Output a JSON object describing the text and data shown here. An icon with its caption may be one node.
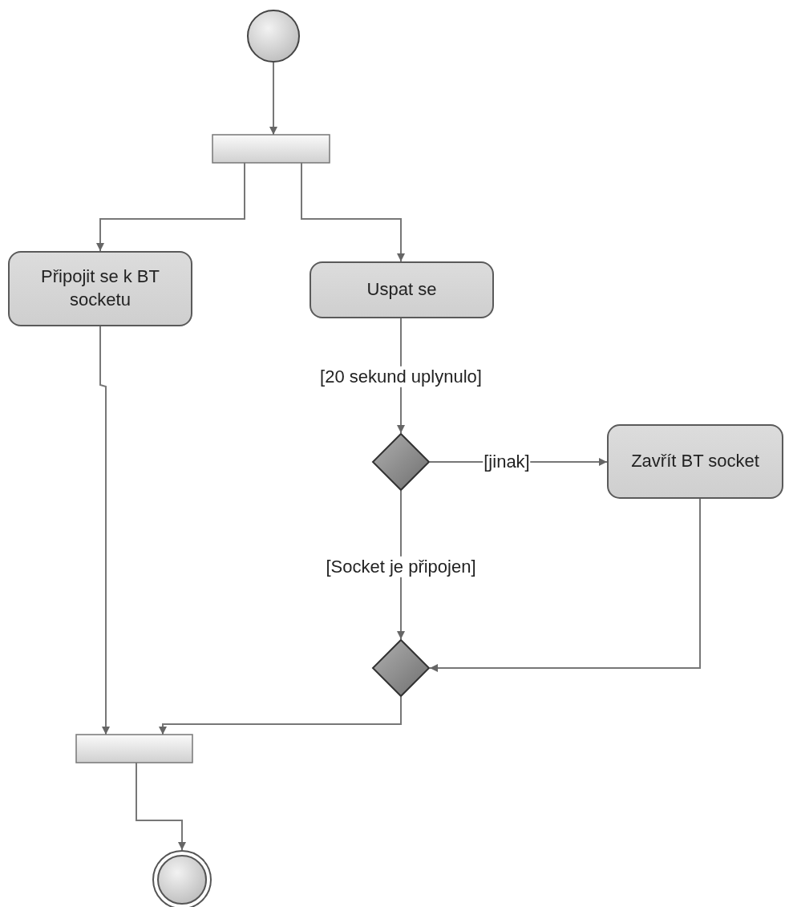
{
  "diagram": {
    "nodes": [
      {
        "text": [],
        "shape": "circle"
      },
      {
        "text": [],
        "shape": "bar"
      },
      {
        "text": [
          "Připojit se k BT socketu"
        ]
      },
      {
        "text": [
          "Uspat se"
        ]
      },
      {
        "text": [],
        "shape": "diamond"
      },
      {
        "text": [
          "Zavřít BT socket"
        ]
      },
      {
        "text": [],
        "shape": "diamond"
      },
      {
        "text": [],
        "shape": "bar"
      },
      {
        "text": [],
        "shape": "circle"
      }
    ],
    "edges": [
      {
        "from": 0,
        "to": 1,
        "arrow": "to"
      },
      {
        "from": 1,
        "to": 2,
        "arrow": "to"
      },
      {
        "from": 1,
        "to": 3,
        "arrow": "to"
      },
      {
        "from": 3,
        "to": 4,
        "arrow": "to",
        "label": "[20 sekund uplynulo]"
      },
      {
        "from": 4,
        "to": 5,
        "arrow": "to",
        "label": "[jinak]"
      },
      {
        "from": 4,
        "to": 6,
        "arrow": "to",
        "label": "[Socket je připojen]"
      },
      {
        "from": 5,
        "to": 6,
        "arrow": "to"
      },
      {
        "from": 2,
        "to": 7,
        "arrow": "to"
      },
      {
        "from": 6,
        "to": 7,
        "arrow": "to"
      },
      {
        "from": 7,
        "to": 8,
        "arrow": "to"
      }
    ]
  }
}
